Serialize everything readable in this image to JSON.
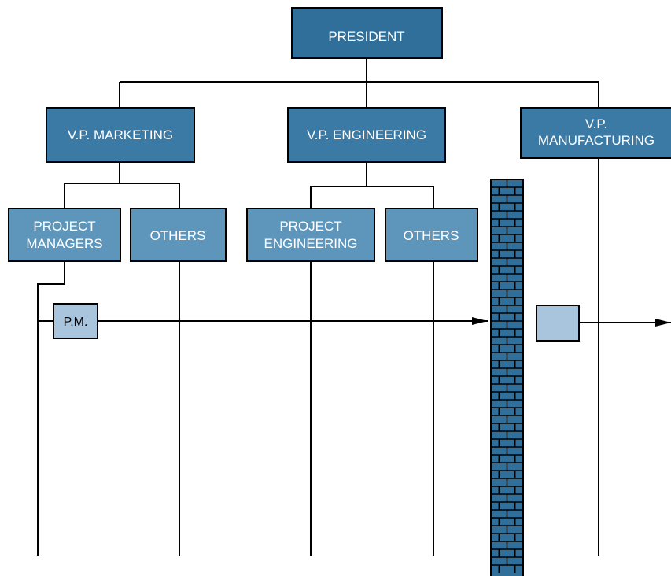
{
  "colors": {
    "box_dark": "#2f6f99",
    "box_mid": "#5e95bb",
    "box_light": "#a9c4dd",
    "border": "#000000",
    "wall": "#2f6f99",
    "text_on_dark": "#ffffff",
    "text_on_light": "#000000"
  },
  "org": {
    "president": "PRESIDENT",
    "vp_marketing": "V.P. MARKETING",
    "vp_engineering": "V.P. ENGINEERING",
    "vp_manufacturing": [
      "V.P.",
      "MANUFACTURING"
    ],
    "project_managers": [
      "PROJECT",
      "MANAGERS"
    ],
    "marketing_others": "OTHERS",
    "project_engineering": [
      "PROJECT",
      "ENGINEERING"
    ],
    "engineering_others": "OTHERS",
    "pm": "P.M.",
    "manufacturing_box": ""
  },
  "icons": {
    "wall": "brick-wall-icon",
    "arrow": "arrow-right-icon"
  }
}
